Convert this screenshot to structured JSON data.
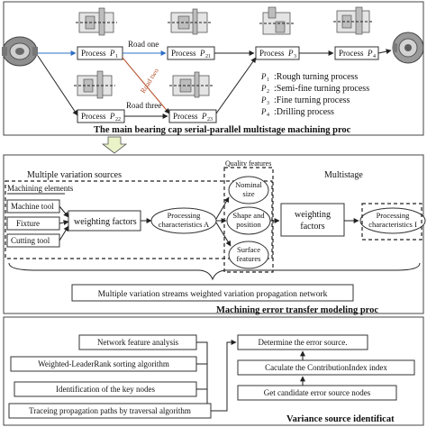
{
  "section1": {
    "title": "The main bearing cap serial-parallel multistage machining proc",
    "road_one": "Road one",
    "road_two": "Road two",
    "road_three": "Road three",
    "process_word": "Process",
    "subs": {
      "p1": "1",
      "p21": "21",
      "p22": "22",
      "p23": "23",
      "p3": "3",
      "p4": "4"
    },
    "legend": [
      {
        "sym": "P",
        "sub": "1",
        "text": ":Rough turning process"
      },
      {
        "sym": "P",
        "sub": "2",
        "text": ":Semi-fine turning process"
      },
      {
        "sym": "P",
        "sub": "3",
        "text": ":Fine turning process"
      },
      {
        "sym": "P",
        "sub": "4",
        "text": ":Drilling process"
      }
    ]
  },
  "section2": {
    "title": "Machining error transfer modeling proc",
    "multiple_sources": "Multiple variation sources",
    "machining_elements": "Machining elements",
    "machine_tool": "Machine tool",
    "fixture": "Fixture",
    "cutting_tool": "Cutting tool",
    "weighting_factors": "weighting factors",
    "processing_characteristics_a": [
      "Processing",
      "characteristics A"
    ],
    "quality_features": "Quality features",
    "nominal_size": [
      "Nominal",
      "size"
    ],
    "shape_position": [
      "Shape and",
      "position"
    ],
    "surface_features": [
      "Surface",
      "features"
    ],
    "multistage": "Multistage",
    "weighting_factors_2": [
      "weighting",
      "factors"
    ],
    "processing_characteristics_i": [
      "Processing",
      "characteristics I"
    ],
    "network_label": "Multiple variation streams weighted variation propagation network"
  },
  "section3": {
    "title": "Variance source identificat",
    "left_steps": [
      "Network feature analysis",
      "Weighted-LeaderRank sorting algorithm",
      "Identification of the key nodes",
      "Traceing propagation paths by traversal  algorithm"
    ],
    "right_steps": [
      "Determine the error source.",
      "Caculate the ContributionIndex index",
      "Get candidate error source nodes"
    ]
  },
  "colors": {
    "road_one_arrow": "#2e6fc4",
    "road_two_text": "#b5502a",
    "banner_arrow": "#eaf2c8"
  }
}
